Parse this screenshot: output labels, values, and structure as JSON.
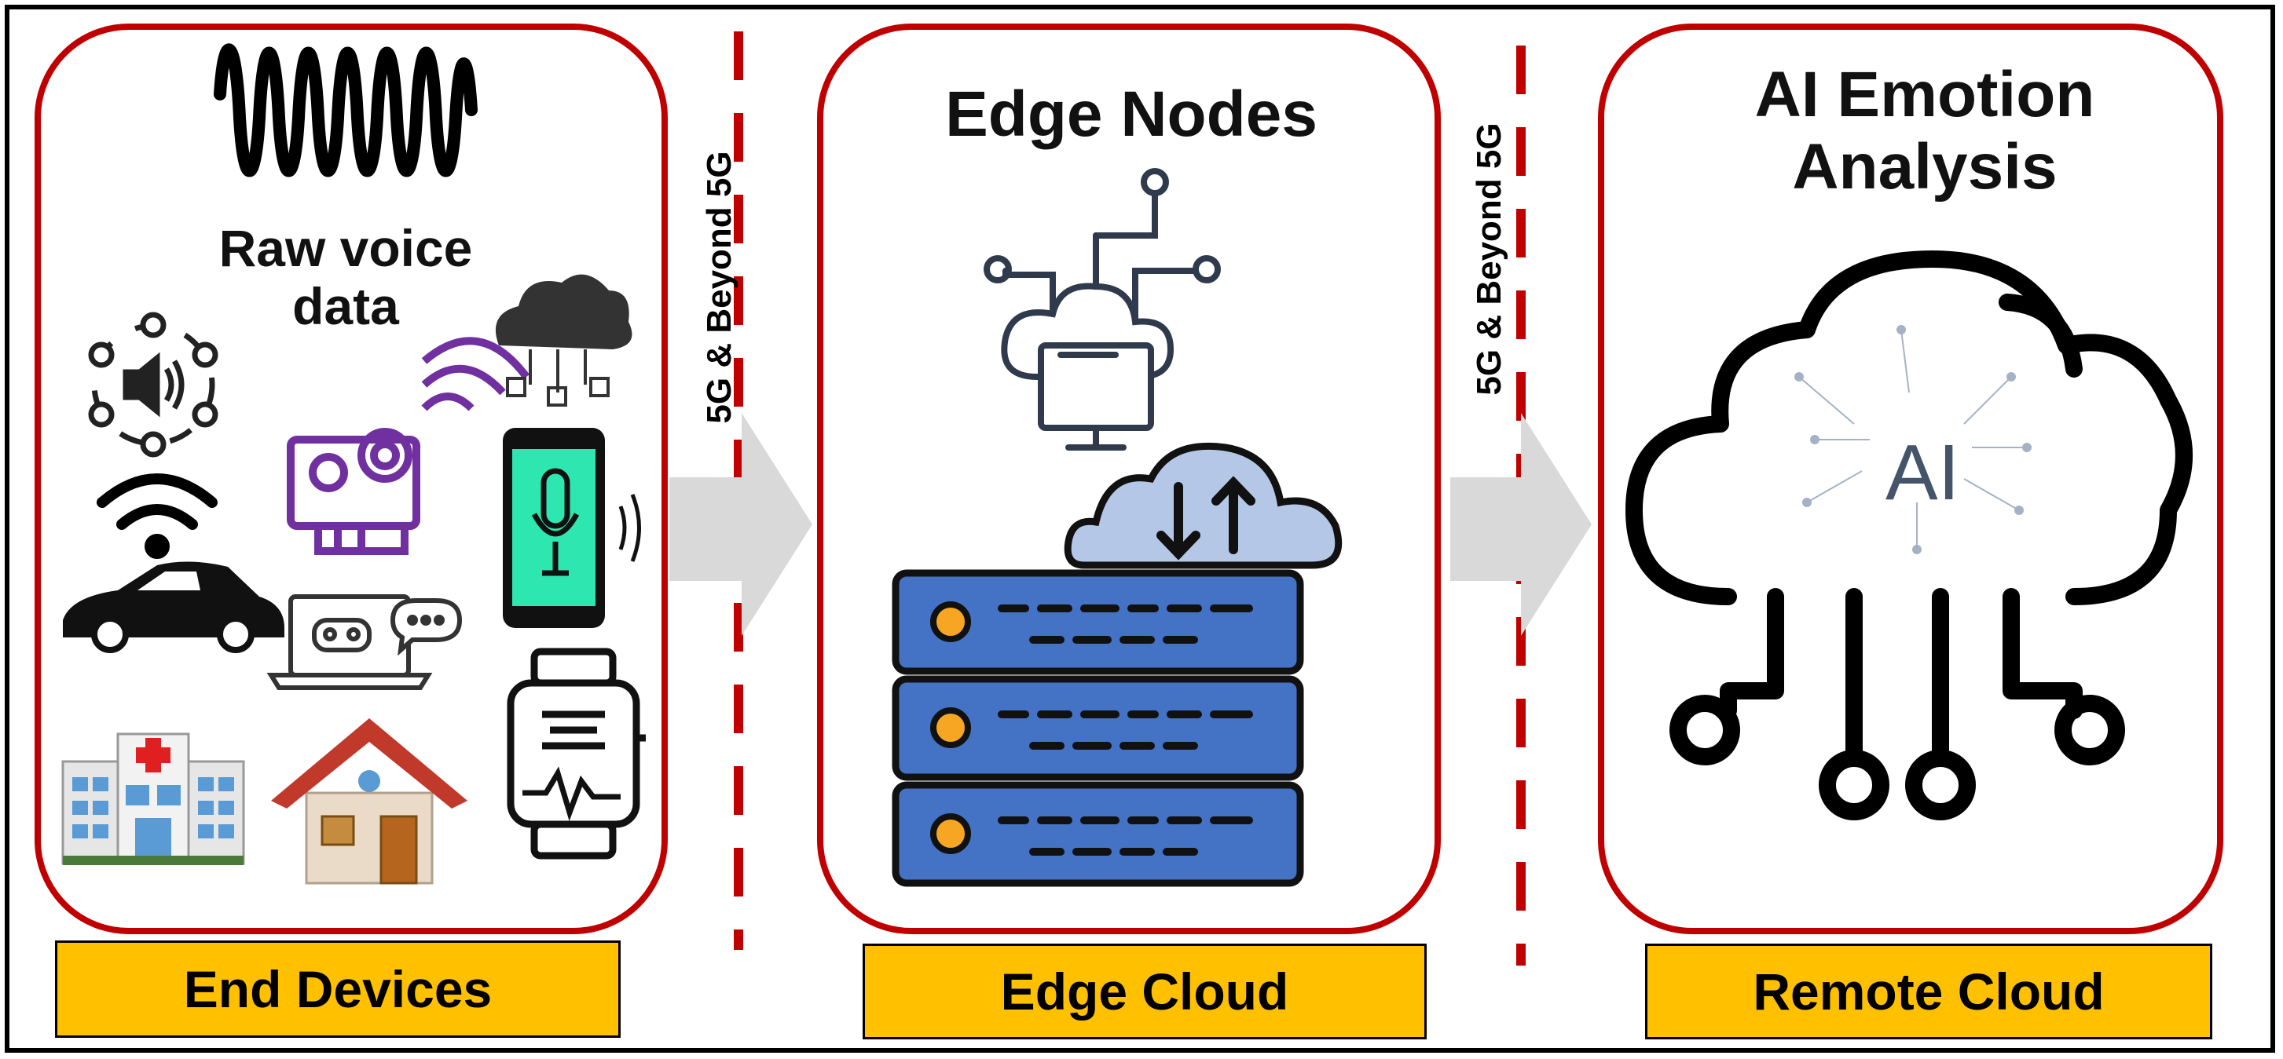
{
  "sections": [
    {
      "key": "end_devices",
      "label": "End Devices"
    },
    {
      "key": "edge_cloud",
      "label": "Edge Cloud",
      "heading": "Edge Nodes"
    },
    {
      "key": "remote_cloud",
      "label": "Remote Cloud",
      "heading_line1": "AI Emotion",
      "heading_line2": "Analysis"
    }
  ],
  "end_devices_heading_line1": "Raw voice",
  "end_devices_heading_line2": "data",
  "network_label": "5G & Beyond 5G",
  "ai_label": "AI",
  "colors": {
    "panel_border": "#c00000",
    "label_fill": "#ffc000",
    "divider": "#c00000",
    "arrow": "#d9d9d9",
    "server_blue": "#4472c4",
    "server_orange": "#f6a623"
  },
  "icons": [
    "waveform-icon",
    "speaker-network-icon",
    "wifi-icon",
    "car-icon",
    "hospital-icon",
    "house-icon",
    "camera-icon",
    "laptop-chat-icon",
    "cloud-network-icon",
    "phone-mic-icon",
    "smartwatch-icon",
    "cloud-computer-icon",
    "cloud-sync-icon",
    "server-rack-icon",
    "ai-cloud-icon"
  ]
}
